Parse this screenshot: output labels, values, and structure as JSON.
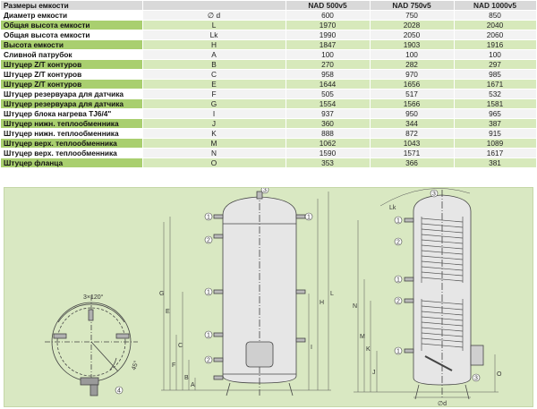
{
  "table": {
    "header": {
      "name": "Размеры емкости",
      "symbol": "",
      "cols": [
        "NAD 500v5",
        "NAD 750v5",
        "NAD 1000v5"
      ]
    },
    "rows": [
      {
        "name": "Диаметр емкости",
        "symbol": "∅ d",
        "values": [
          "600",
          "750",
          "850"
        ]
      },
      {
        "name": "Общая высота емкости",
        "symbol": "L",
        "values": [
          "1970",
          "2028",
          "2040"
        ]
      },
      {
        "name": "Общая высота емкости",
        "symbol": "Lk",
        "values": [
          "1990",
          "2050",
          "2060"
        ]
      },
      {
        "name": "Высота емкости",
        "symbol": "H",
        "values": [
          "1847",
          "1903",
          "1916"
        ]
      },
      {
        "name": "Сливной патрубок",
        "symbol": "A",
        "values": [
          "100",
          "100",
          "100"
        ]
      },
      {
        "name": "Штуцер Z/T контуров",
        "symbol": "B",
        "values": [
          "270",
          "282",
          "297"
        ]
      },
      {
        "name": "Штуцер Z/T контуров",
        "symbol": "C",
        "values": [
          "958",
          "970",
          "985"
        ]
      },
      {
        "name": "Штуцер Z/T контуров",
        "symbol": "E",
        "values": [
          "1644",
          "1656",
          "1671"
        ]
      },
      {
        "name": "Штуцер резервуара для датчика",
        "symbol": "F",
        "values": [
          "505",
          "517",
          "532"
        ]
      },
      {
        "name": "Штуцер резервуара для датчика",
        "symbol": "G",
        "values": [
          "1554",
          "1566",
          "1581"
        ]
      },
      {
        "name": "Штуцер блока нагрева TJ6/4\"",
        "symbol": "I",
        "values": [
          "937",
          "950",
          "965"
        ]
      },
      {
        "name": "Штуцер нижн. теплообменника",
        "symbol": "J",
        "values": [
          "360",
          "344",
          "387"
        ]
      },
      {
        "name": "Штуцер нижн. теплообменника",
        "symbol": "K",
        "values": [
          "888",
          "872",
          "915"
        ]
      },
      {
        "name": "Штуцер верх. теплообменника",
        "symbol": "M",
        "values": [
          "1062",
          "1043",
          "1089"
        ]
      },
      {
        "name": "Штуцер верх. теплообменника",
        "symbol": "N",
        "values": [
          "1590",
          "1571",
          "1617"
        ]
      },
      {
        "name": "Штуцер фланца",
        "symbol": "O",
        "values": [
          "353",
          "366",
          "381"
        ]
      }
    ]
  },
  "drawing": {
    "top_view": {
      "angle_label": "3×120°",
      "angle2_label": "45°",
      "marker": "4"
    },
    "left_tank": {
      "dims": [
        "G",
        "E",
        "F",
        "I",
        "C",
        "B",
        "A",
        "H",
        "L"
      ],
      "markers": [
        "1",
        "2",
        "1",
        "3",
        "1",
        "2",
        "1"
      ]
    },
    "right_tank": {
      "dims": [
        "Lk",
        "N",
        "M",
        "K",
        "J",
        "O",
        "∅d"
      ],
      "markers": [
        "3",
        "1",
        "2",
        "1",
        "2",
        "1",
        "3"
      ]
    }
  }
}
